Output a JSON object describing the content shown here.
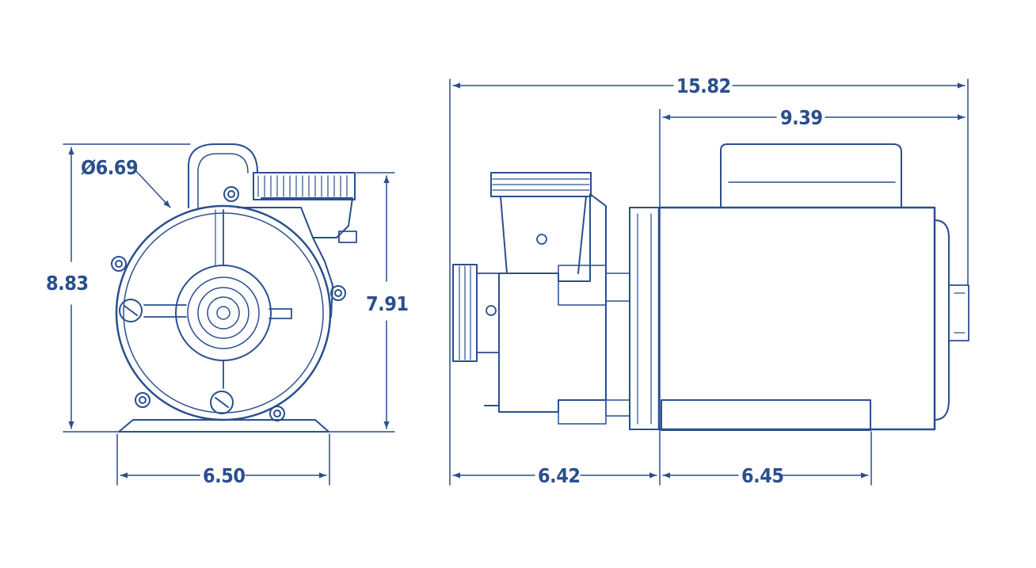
{
  "colors": {
    "ink": "#2a4f8e",
    "paper": "#ffffff"
  },
  "dimensions": {
    "front_diameter": "Ø6.69",
    "front_height": "8.83",
    "front_port_height": "7.91",
    "front_base_width": "6.50",
    "side_total_length": "15.82",
    "side_motor_length": "9.39",
    "side_wet_end_length": "6.42",
    "side_base_length": "6.45"
  }
}
